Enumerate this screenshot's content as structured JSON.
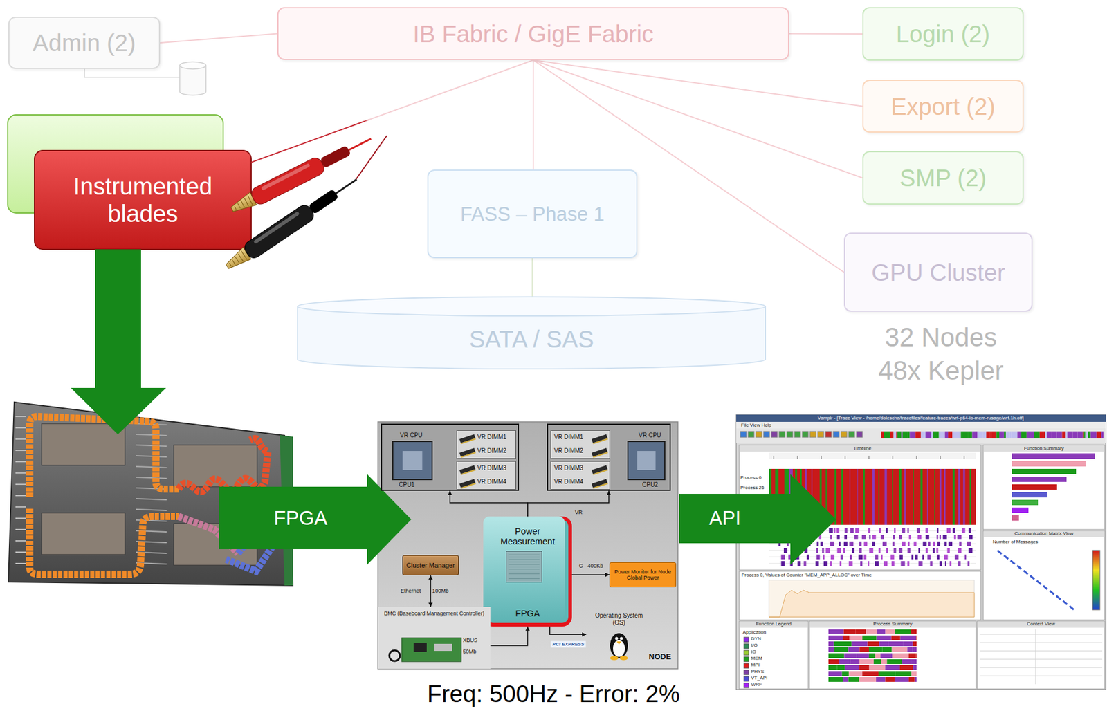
{
  "diagram": {
    "caption": "Freq: 500Hz - Error: 2%",
    "nodes": [
      {
        "text": [
          "IB Fabric / GigE Fabric"
        ]
      },
      {
        "text": [
          "Admin (2)"
        ]
      },
      {
        "text": [
          "Login (2)"
        ]
      },
      {
        "text": [
          "Export (2)"
        ]
      },
      {
        "text": [
          "SMP (2)"
        ]
      },
      {
        "text": [
          "Instrumented blades"
        ]
      },
      {
        "text": [
          "FASS – Phase 1"
        ]
      },
      {
        "text": [
          "SATA / SAS"
        ]
      },
      {
        "text": [
          "GPU Cluster"
        ]
      },
      {
        "text": [
          "NODE"
        ]
      },
      {
        "text": [
          "VR CPU",
          "CPU1"
        ],
        "in": 9
      },
      {
        "text": [
          "VR DIMM1",
          "VR DIMM2"
        ],
        "in": 10
      },
      {
        "text": [
          "VR DIMM3",
          "VR DIMM4"
        ],
        "in": 10
      },
      {
        "text": [
          "VR CPU",
          "CPU2"
        ],
        "in": 9
      },
      {
        "text": [
          "VR DIMM1",
          "VR DIMM2"
        ],
        "in": 13
      },
      {
        "text": [
          "VR DIMM3",
          "VR DIMM4"
        ],
        "in": 13
      },
      {
        "text": [
          "Power Measurement",
          "FPGA"
        ],
        "in": 9
      },
      {
        "text": [
          "Cluster Manager"
        ],
        "in": 9
      },
      {
        "text": [
          "Power Monitor for Node Global Power"
        ],
        "in": 9
      },
      {
        "text": [
          "BMC (Baseboard Management Controller)"
        ],
        "in": 9
      },
      {
        "text": [
          "Operating System (OS)"
        ],
        "in": 9
      }
    ],
    "edges": [
      {
        "from": 0,
        "to": 1,
        "arrow": "none"
      },
      {
        "from": 0,
        "to": 2,
        "arrow": "none"
      },
      {
        "from": 0,
        "to": 3,
        "arrow": "none"
      },
      {
        "from": 0,
        "to": 4,
        "arrow": "none"
      },
      {
        "from": 0,
        "to": 5,
        "arrow": "none"
      },
      {
        "from": 0,
        "to": 6,
        "arrow": "none"
      },
      {
        "from": 0,
        "to": 8,
        "arrow": "none"
      },
      {
        "from": 6,
        "to": 7,
        "arrow": "none"
      },
      {
        "from": 16,
        "to": 10,
        "arrow": "to"
      },
      {
        "from": 16,
        "to": 13,
        "arrow": "to"
      },
      {
        "from": 16,
        "to": 18,
        "arrow": "to",
        "label": "C - 400Kb"
      },
      {
        "from": 17,
        "to": 19,
        "arrow": "both",
        "label": "Ethernet"
      },
      {
        "from": 19,
        "to": 16,
        "arrow": "to",
        "label": "XBUS"
      },
      {
        "from": 16,
        "to": 20,
        "arrow": "to"
      }
    ],
    "labels": [
      "32 Nodes",
      "48x Kepler",
      "FPGA",
      "API",
      "VR",
      "100Mb",
      "50Mb",
      "PCI EXPRESS",
      "Vampir - [Trace View - /home/dolescha/tracefiles/feature-traces/wrf-p64-io-mem-rusage/wrf.1h.otf]",
      "File View Help",
      "Timeline",
      "Function Summary",
      "Process 0",
      "Process 25",
      "Process 0, Values of Counter \"MEM_APP_ALLOC\" over Time",
      "Communication Matrix View",
      "Number of Messages",
      "Function Legend",
      "Process Summary",
      "Context View",
      "Application",
      "DYN",
      "I/O",
      "IO",
      "MEM",
      "MPI",
      "PHYS",
      "VT_API",
      "WRF"
    ]
  }
}
